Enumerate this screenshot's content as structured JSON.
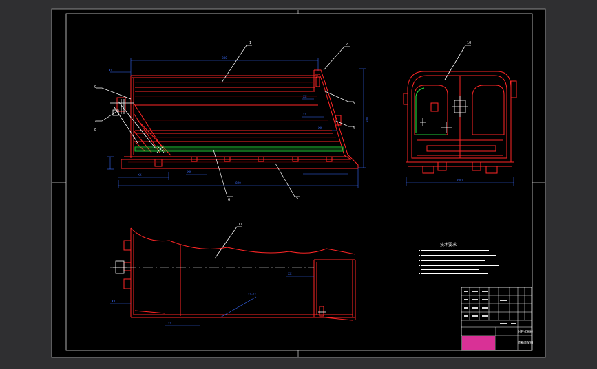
{
  "drawing": {
    "callouts": {
      "c1": "1",
      "c2": "2",
      "c3": "3",
      "c4": "4",
      "c5": "5",
      "c6": "6",
      "c7": "7",
      "c8": "8",
      "c9": "9",
      "c10": "10",
      "c11": "11"
    },
    "dimensions": {
      "top_length": "800",
      "bottom_length": "820",
      "right_height": "370",
      "rear_width": "600"
    },
    "tech_notes_title": "技术要求",
    "title_block": {
      "name": "对开式厢板",
      "drawing_name": "货箱装配图"
    }
  }
}
